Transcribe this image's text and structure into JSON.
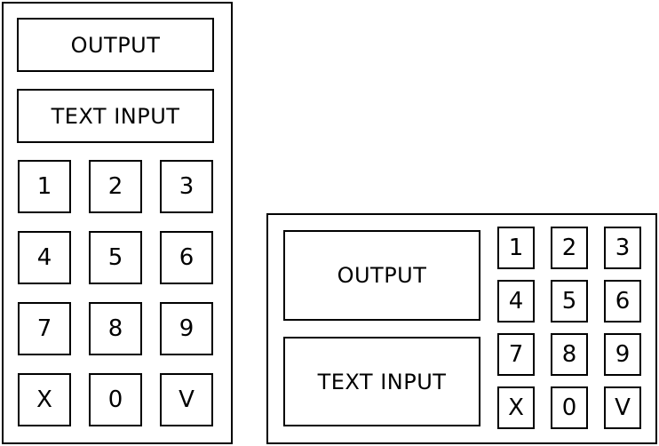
{
  "colors": {
    "line": "#000000",
    "background": "#ffffff"
  },
  "portrait": {
    "output_label": "OUTPUT",
    "input_label": "TEXT INPUT",
    "keys": [
      "1",
      "2",
      "3",
      "4",
      "5",
      "6",
      "7",
      "8",
      "9",
      "X",
      "0",
      "V"
    ]
  },
  "landscape": {
    "output_label": "OUTPUT",
    "input_label": "TEXT INPUT",
    "keys": [
      "1",
      "2",
      "3",
      "4",
      "5",
      "6",
      "7",
      "8",
      "9",
      "X",
      "0",
      "V"
    ]
  }
}
